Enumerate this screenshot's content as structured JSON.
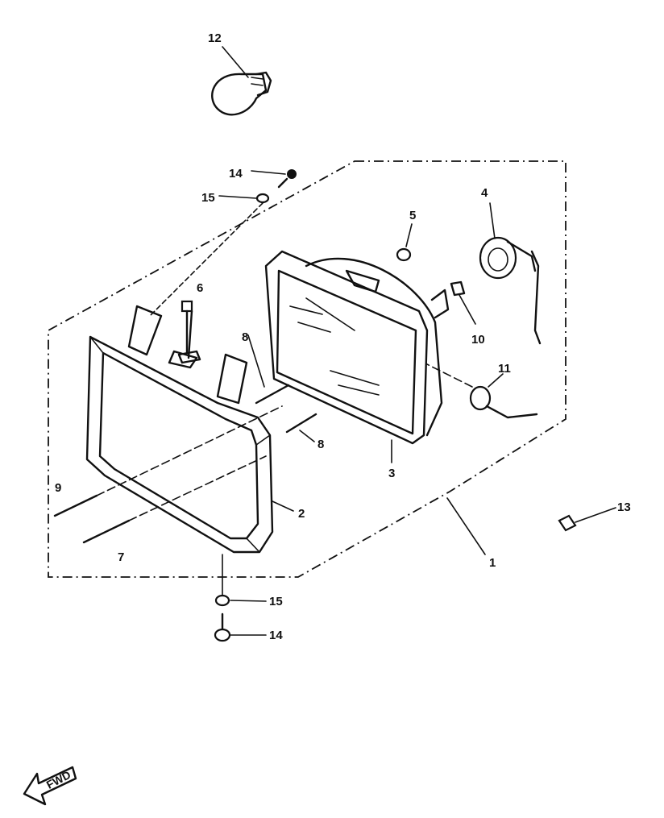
{
  "callouts": {
    "c1": "1",
    "c2": "2",
    "c3": "3",
    "c4": "4",
    "c5": "5",
    "c6": "6",
    "c7": "7",
    "c8a": "8",
    "c8b": "8",
    "c9": "9",
    "c10": "10",
    "c11": "11",
    "c12": "12",
    "c13": "13",
    "c14a": "14",
    "c14b": "14",
    "c15a": "15",
    "c15b": "15"
  },
  "forward_arrow": {
    "label": "FWD"
  },
  "colors": {
    "ink": "#111111",
    "paper": "#ffffff"
  }
}
